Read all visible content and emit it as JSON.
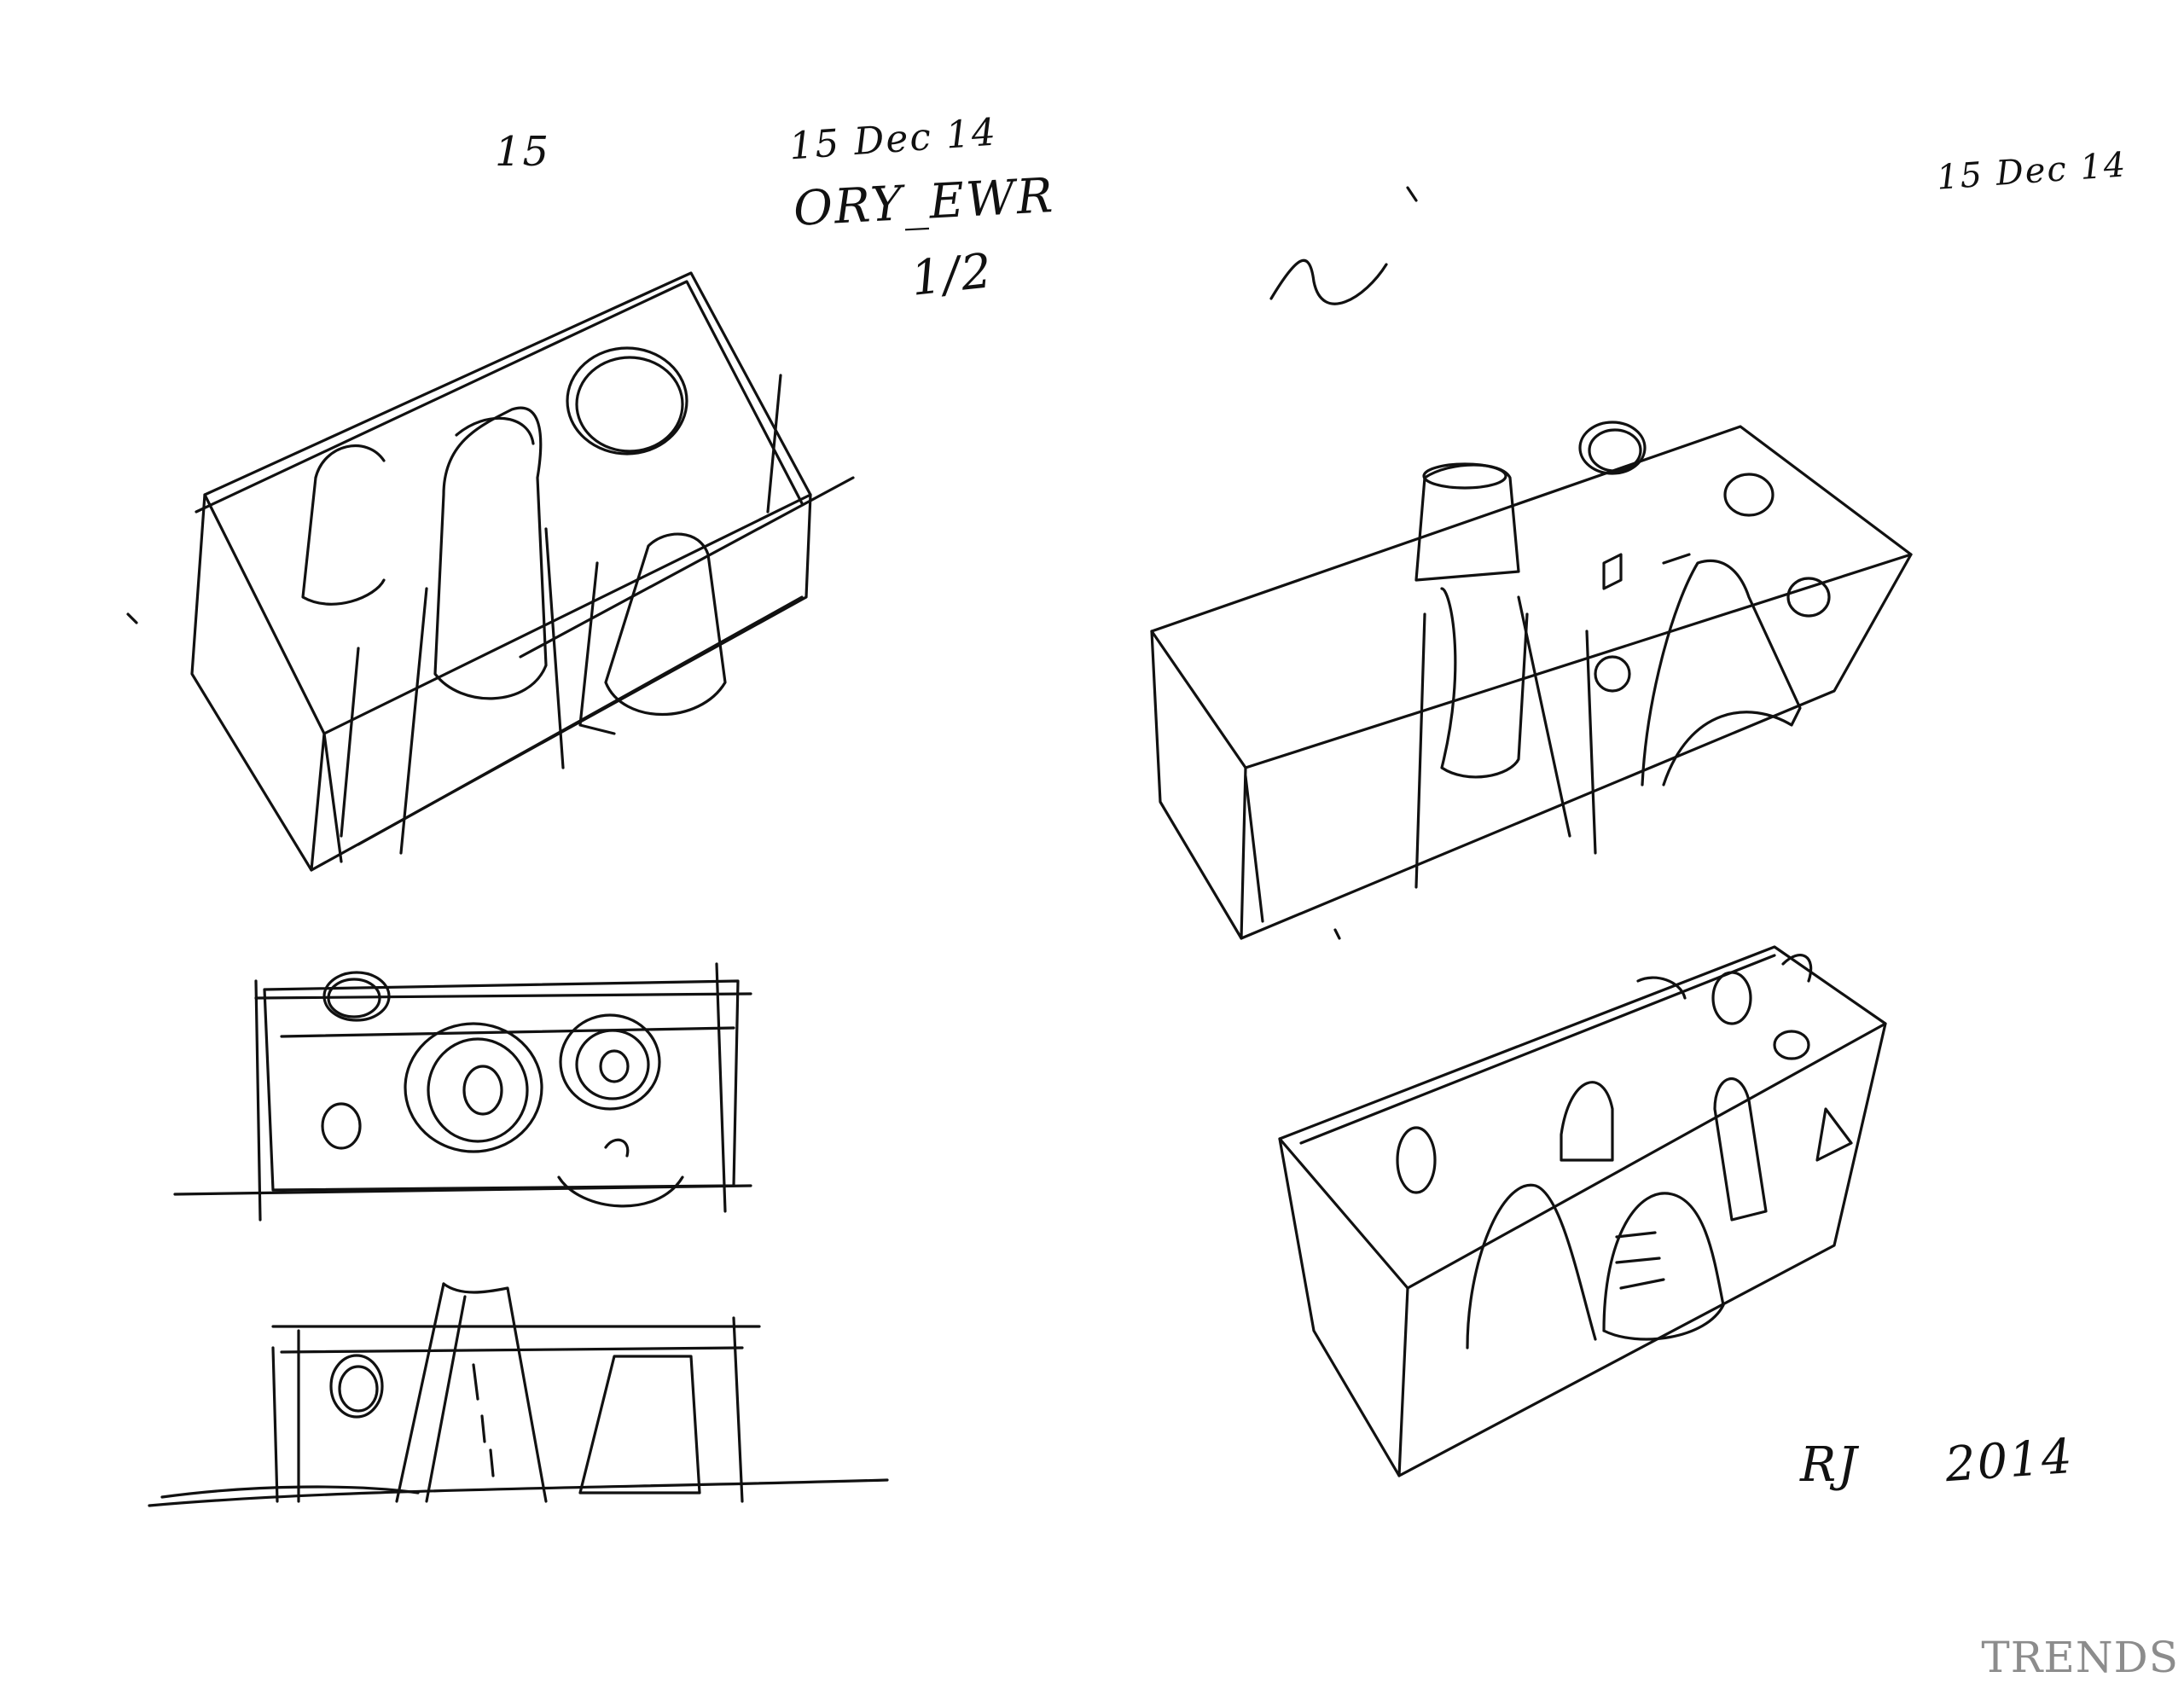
{
  "notes": {
    "date_left": "15 Dec 14",
    "code": "ORY_EWR",
    "fraction": "1/2",
    "mark_left": "15",
    "date_right": "15 Dec 14",
    "signature": "RJ",
    "year": "2014"
  },
  "watermark": "TRENDS",
  "colors": {
    "ink": "#111111",
    "paper": "#ffffff",
    "watermark": "#8c8c8c"
  }
}
